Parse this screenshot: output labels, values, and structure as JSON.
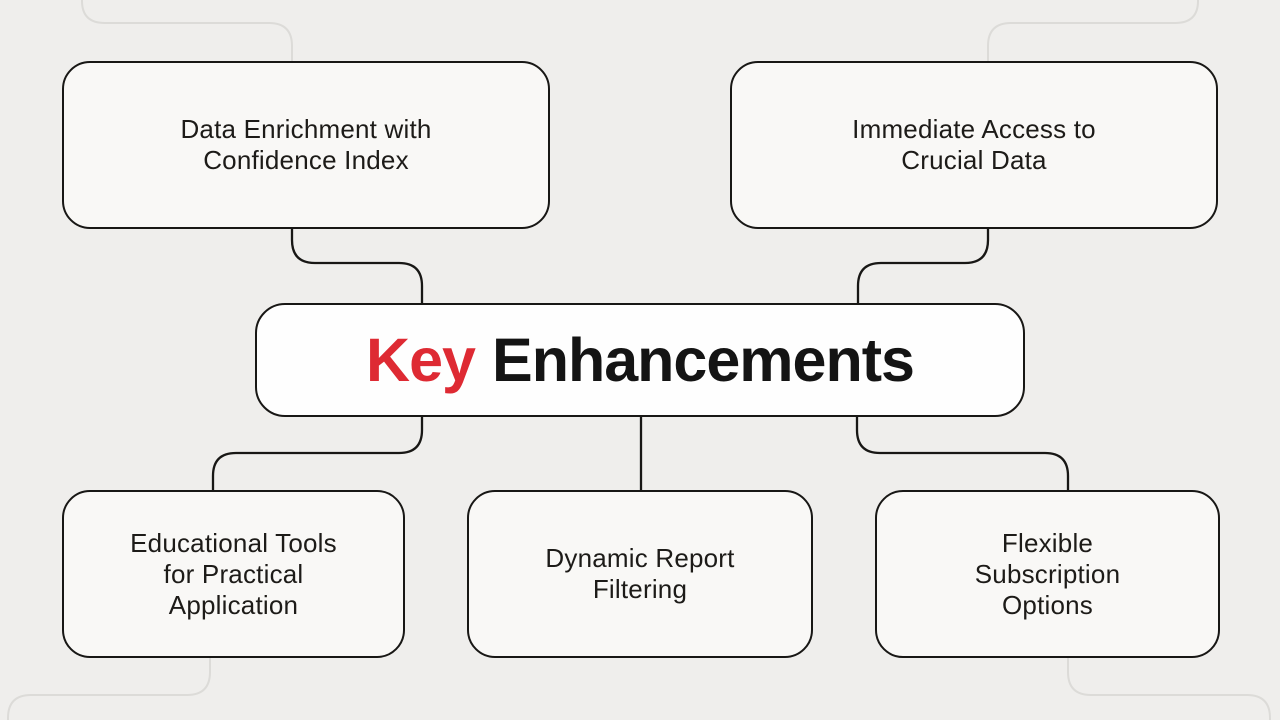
{
  "center": {
    "title_highlight": "Key",
    "title_rest": "Enhancements"
  },
  "nodes": [
    {
      "id": "data-enrichment",
      "label": "Data Enrichment with Confidence Index",
      "lines": [
        "Data Enrichment with",
        "Confidence Index"
      ]
    },
    {
      "id": "immediate-access",
      "label": "Immediate Access to Crucial Data",
      "lines": [
        "Immediate Access to",
        "Crucial Data"
      ]
    },
    {
      "id": "educational-tools",
      "label": "Educational Tools for Practical Application",
      "lines": [
        "Educational Tools",
        "for Practical",
        "Application"
      ]
    },
    {
      "id": "dynamic-filtering",
      "label": "Dynamic Report Filtering",
      "lines": [
        "Dynamic Report",
        "Filtering"
      ]
    },
    {
      "id": "flexible-subscription",
      "label": "Flexible Subscription Options",
      "lines": [
        "Flexible",
        "Subscription",
        "Options"
      ]
    }
  ],
  "colors": {
    "accent": "#de2a33",
    "ink": "#1d1b18",
    "wire": "#181715",
    "faint-wire": "#dcdbd8",
    "bg": "#efeeec",
    "box-fill": "#f9f8f6",
    "center-fill": "#fefefe"
  }
}
